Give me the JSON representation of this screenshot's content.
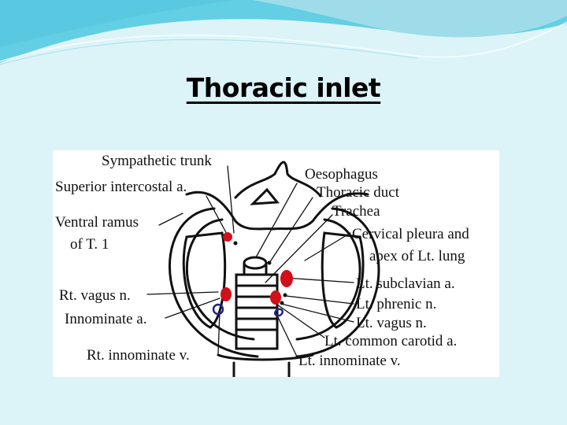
{
  "slide": {
    "title": "Thoracic inlet",
    "background_color": "#dcf4f8",
    "accent_colors": [
      "#5fcde4",
      "#8fd9ea",
      "#b7e6f0"
    ]
  },
  "diagram": {
    "subject": "Thoracic inlet cross-section",
    "labels": {
      "sympathetic_trunk": "Sympathetic trunk",
      "superior_intercostal": "Superior intercostal a.",
      "ventral_ramus_1": "Ventral ramus",
      "ventral_ramus_2": "of T. 1",
      "rt_vagus": "Rt. vagus n.",
      "innominate_a": "Innominate a.",
      "rt_innominate_v": "Rt. innominate v.",
      "oesophagus": "Oesophagus",
      "thoracic_duct": "Thoracic duct",
      "trachea": "Trachea",
      "cervical_pleura_1": "Cervical pleura and",
      "cervical_pleura_2": "apex of Lt. lung",
      "lt_subclavian": "Lt. subclavian a.",
      "lt_phrenic": "Lt. phrenic n.",
      "lt_vagus": "Lt. vagus n.",
      "lt_common_carotid": "Lt. common carotid a.",
      "lt_innominate_v": "Lt. innominate v."
    },
    "colors": {
      "artery": "#d0101a",
      "vein": "#23238f",
      "outline": "#111111"
    }
  }
}
